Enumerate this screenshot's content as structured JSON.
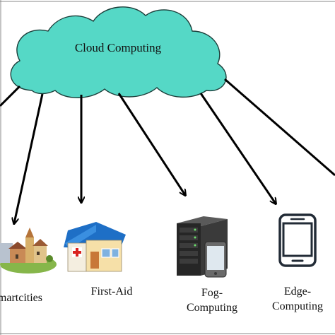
{
  "cloud": {
    "label": "Cloud Computing",
    "color": "#55d8c6"
  },
  "nodes": [
    {
      "id": "smartcities",
      "label": "Smartcities"
    },
    {
      "id": "first-aid",
      "label": "First-Aid"
    },
    {
      "id": "fog",
      "label_line1": "Fog-",
      "label_line2": "Computing"
    },
    {
      "id": "edge",
      "label_line1": "Edge-",
      "label_line2": "Computing"
    }
  ],
  "icons": [
    "city-icon",
    "clinic-house-icon",
    "server-rack-icon",
    "smartphone-icon",
    "tablet-icon"
  ]
}
